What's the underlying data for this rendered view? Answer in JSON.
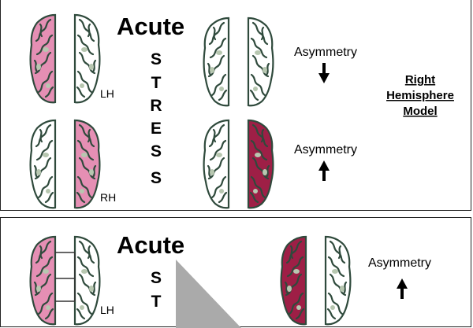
{
  "colors": {
    "pink": "#e58fb4",
    "white": "#ffffff",
    "crimson": "#9e1f46",
    "outline": "#2f4a3c",
    "patch": "#b7c7b0",
    "triangle": "#aaaaaa"
  },
  "top_panel": {
    "title": "Acute",
    "stress_letters": [
      "S",
      "T",
      "R",
      "E",
      "S",
      "S"
    ],
    "hemisphere_labels": {
      "left": "LH",
      "right": "RH"
    },
    "asymmetry": [
      {
        "label": "Asymmetry",
        "direction": "down"
      },
      {
        "label": "Asymmetry",
        "direction": "up"
      }
    ],
    "model_title": [
      "Right",
      "Hemisphere",
      "Model"
    ]
  },
  "bottom_panel": {
    "title": "Acute",
    "stress_letters": [
      "S",
      "T"
    ],
    "hemisphere_label": "LH",
    "asymmetry": {
      "label": "Asymmetry",
      "direction": "up"
    }
  }
}
